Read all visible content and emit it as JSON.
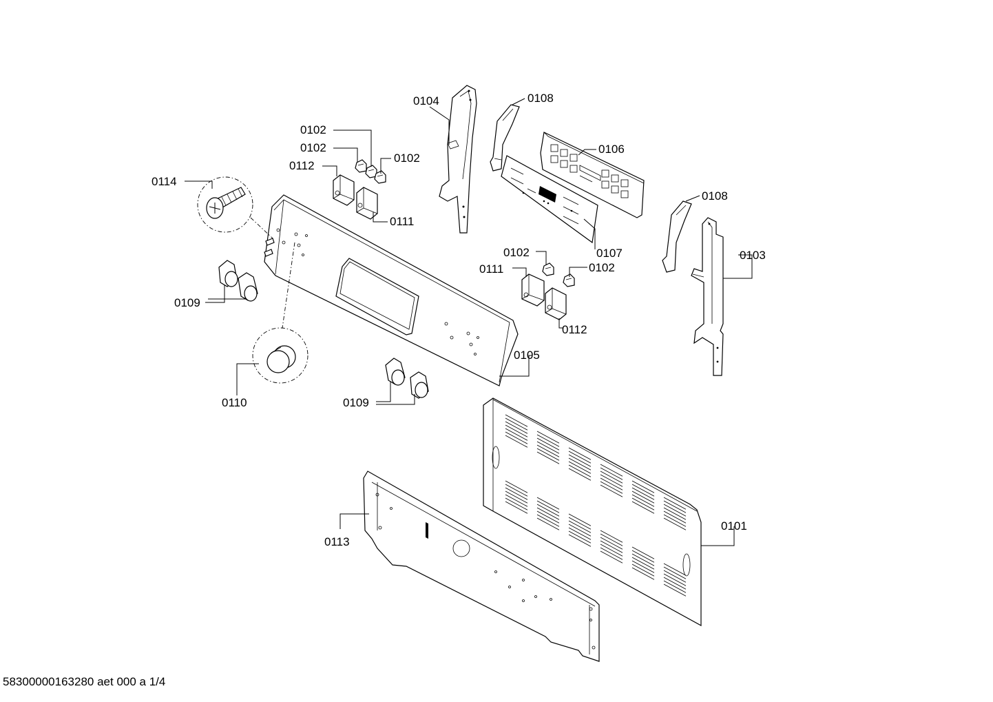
{
  "labels": {
    "l0104": "0104",
    "l0108a": "0108",
    "l0102a": "0102",
    "l0102b": "0102",
    "l0102c": "0102",
    "l0112a": "0112",
    "l0106": "0106",
    "l0114": "0114",
    "l0111a": "0111",
    "l0108b": "0108",
    "l0107": "0107",
    "l0103": "0103",
    "l0102d": "0102",
    "l0111b": "0111",
    "l0102e": "0102",
    "l0109a": "0109",
    "l0112b": "0112",
    "l0105": "0105",
    "l0110": "0110",
    "l0109b": "0109",
    "l0101": "0101",
    "l0113": "0113"
  },
  "footer": {
    "text": "58300000163280 aet 000 a 1/4"
  }
}
